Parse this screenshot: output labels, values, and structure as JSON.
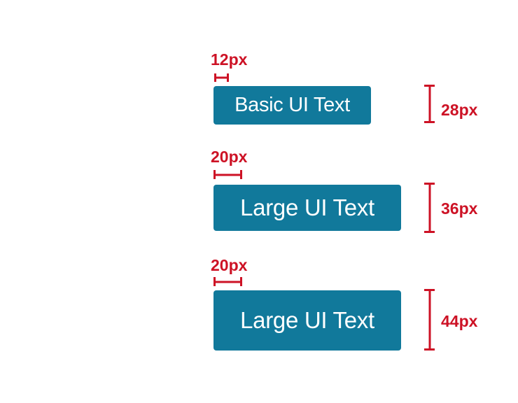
{
  "colors": {
    "teal": "#11799B",
    "red": "#CD1225",
    "button_text": "#FFFFFF",
    "background": "#FFFFFF"
  },
  "rows": [
    {
      "padding_label": "12px",
      "button_label": "Basic UI Text",
      "height_label": "28px"
    },
    {
      "padding_label": "20px",
      "button_label": "Large UI Text",
      "height_label": "36px"
    },
    {
      "padding_label": "20px",
      "button_label": "Large UI Text",
      "height_label": "44px"
    }
  ]
}
